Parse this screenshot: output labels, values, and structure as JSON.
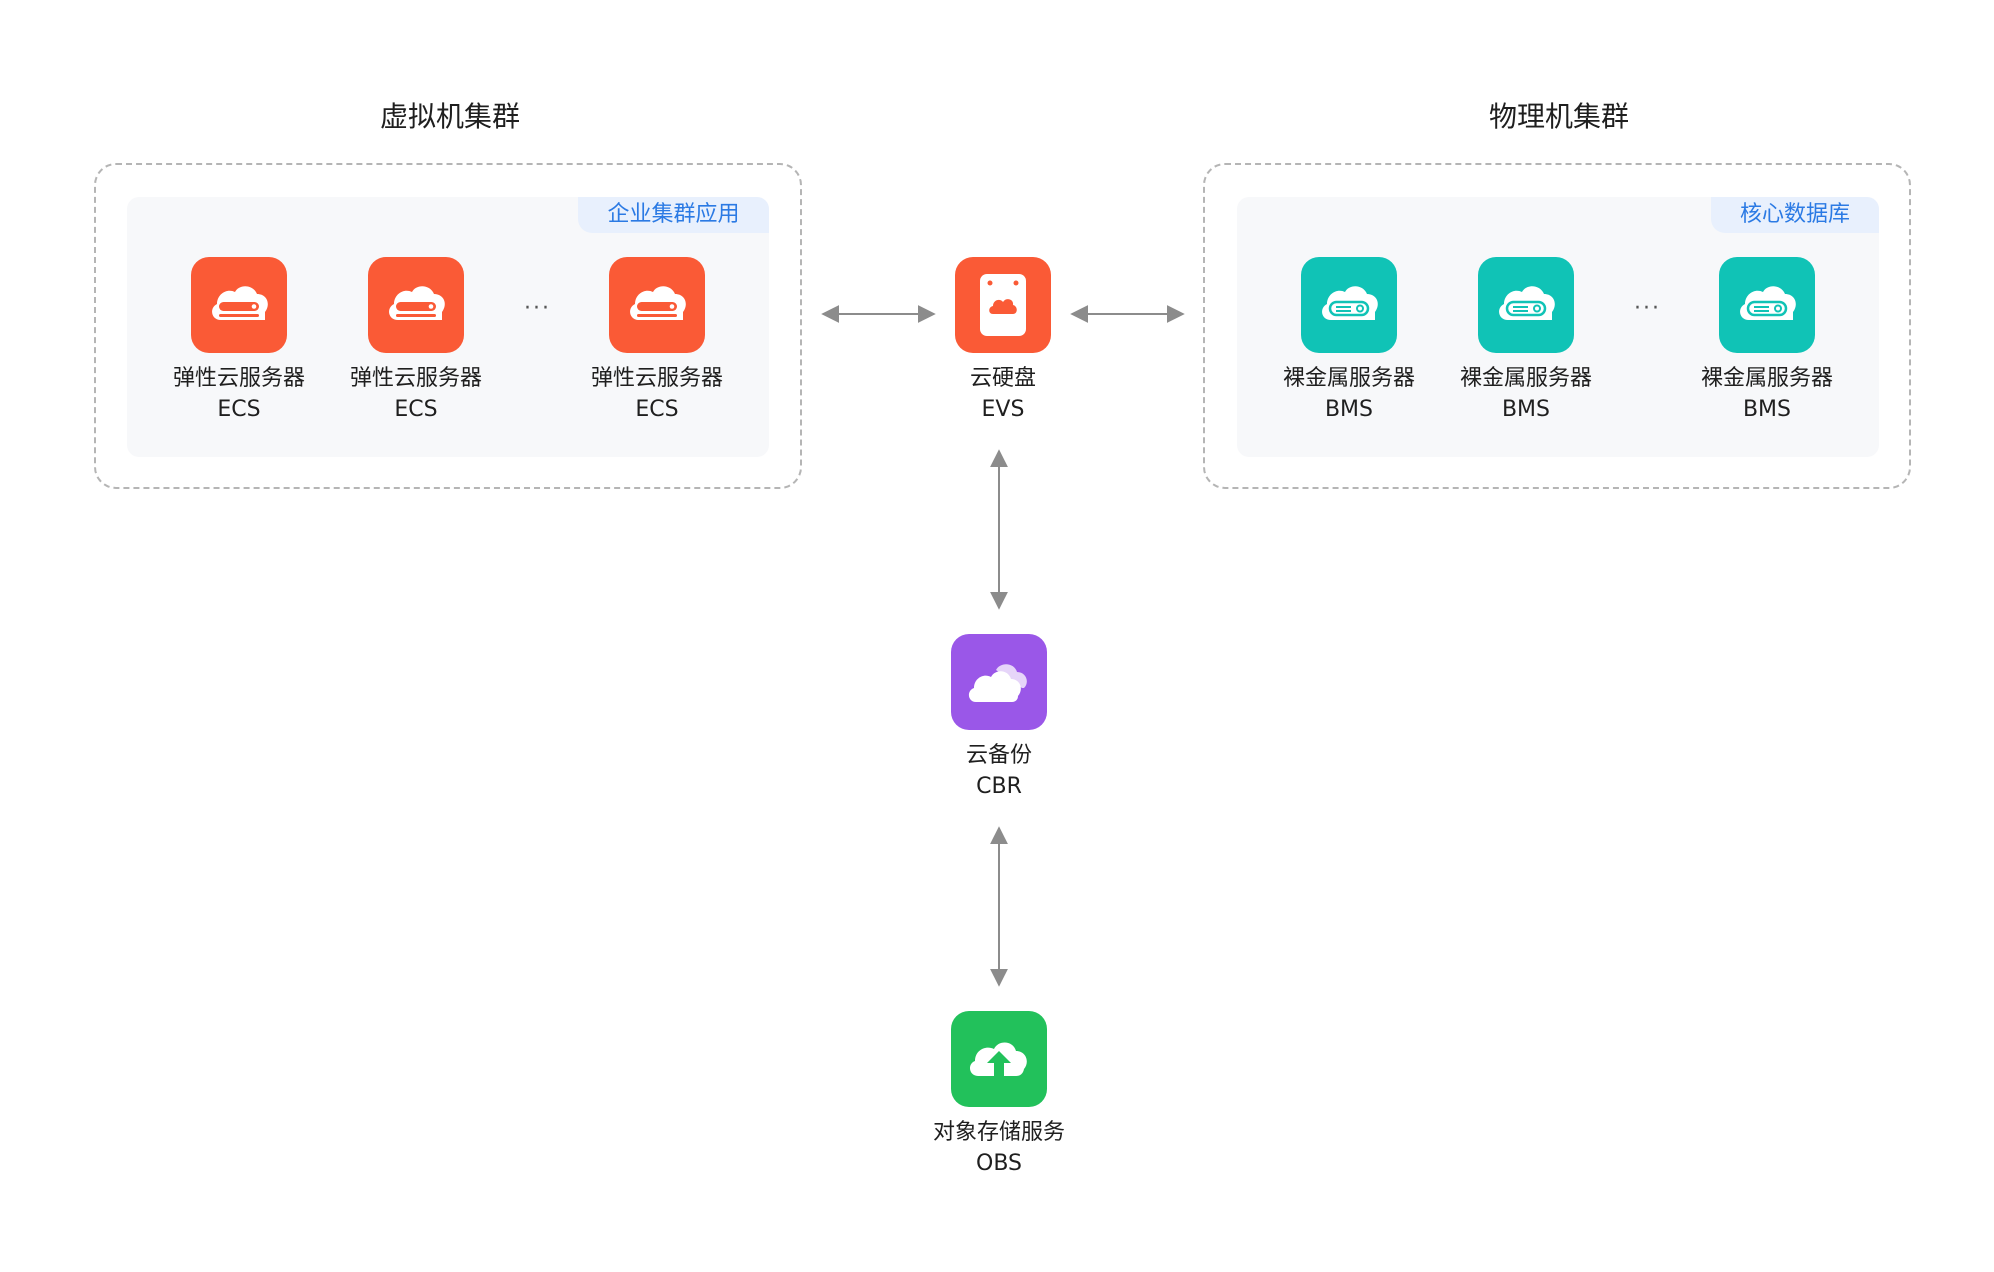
{
  "clusters": {
    "vm": {
      "title": "虚拟机集群",
      "tag": "企业集群应用"
    },
    "pm": {
      "title": "物理机集群",
      "tag": "核心数据库"
    }
  },
  "vm_nodes": [
    {
      "label": "弹性云服务器",
      "abbr": "ECS",
      "icon": "cloud-server-icon"
    },
    {
      "label": "弹性云服务器",
      "abbr": "ECS",
      "icon": "cloud-server-icon"
    },
    {
      "label": "弹性云服务器",
      "abbr": "ECS",
      "icon": "cloud-server-icon"
    }
  ],
  "pm_nodes": [
    {
      "label": "裸金属服务器",
      "abbr": "BMS",
      "icon": "bare-metal-server-icon"
    },
    {
      "label": "裸金属服务器",
      "abbr": "BMS",
      "icon": "bare-metal-server-icon"
    },
    {
      "label": "裸金属服务器",
      "abbr": "BMS",
      "icon": "bare-metal-server-icon"
    }
  ],
  "ellipsis": "···",
  "evs": {
    "label": "云硬盘",
    "abbr": "EVS",
    "icon": "cloud-disk-icon"
  },
  "cbr": {
    "label": "云备份",
    "abbr": "CBR",
    "icon": "cloud-backup-icon"
  },
  "obs": {
    "label": "对象存储服务",
    "abbr": "OBS",
    "icon": "cloud-upload-icon"
  },
  "colors": {
    "ecs": "#fa5a36",
    "bms": "#10c3b6",
    "evs": "#fa5a36",
    "cbr": "#9a57e8",
    "obs": "#22c15b",
    "tag_text": "#2b7ae4",
    "tag_bg": "#e8f0fd",
    "arrow": "#8c8c8c"
  }
}
